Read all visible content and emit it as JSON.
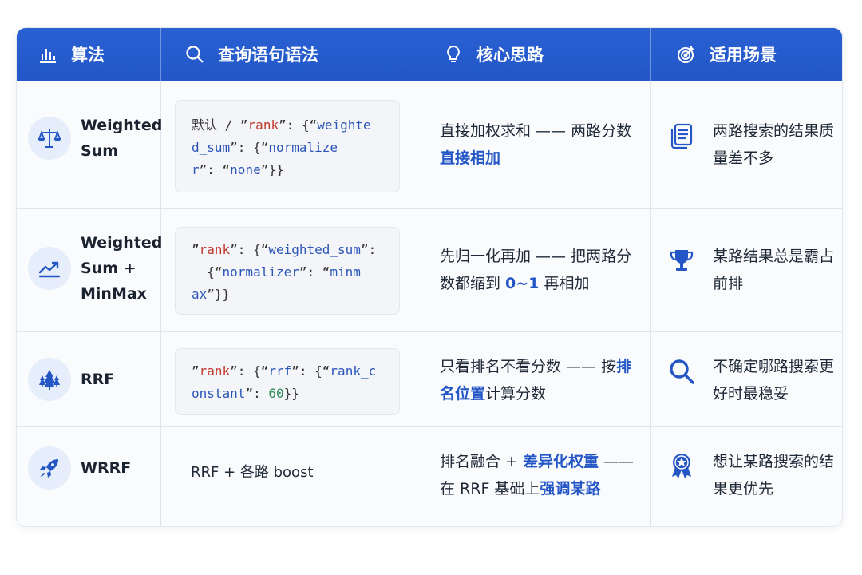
{
  "header": {
    "col_algorithm": "算法",
    "col_query": "查询语句语法",
    "col_core": "核心思路",
    "col_scene": "适用场景"
  },
  "colors": {
    "accent": "#2457c5",
    "header_bg": "#2960d2"
  },
  "rows": [
    {
      "icon": "scale-icon",
      "name_line1": "Weighted",
      "name_line2": "Sum",
      "query": {
        "p1": "默认 / ”",
        "key": "rank",
        "p2": "”: {“",
        "s1": "weighte\nd_sum",
        "p3": "”: {“",
        "s2": "normalize\nr",
        "p4": "”: “",
        "s3": "none",
        "p5": "”}}"
      },
      "core": {
        "t1": "直接加权求和 —— 两路分数",
        "hl1": "直接相加"
      },
      "scene_icon": "document-icon",
      "scene": "两路搜索的结果质量差不多"
    },
    {
      "icon": "trend-chart-icon",
      "name_line1": "Weighted",
      "name_line2": "Sum +",
      "name_line3": "MinMax",
      "query": {
        "p1": "”",
        "key": "rank",
        "p2": "”: {“",
        "s1": "weighted_sum",
        "p3": "”:\n  {“",
        "s2": "normalizer",
        "p4": "”: “",
        "s3": "minm\nax",
        "p5": "”}}"
      },
      "core": {
        "t1": "先归一化再加 —— 把两路分数都缩到 ",
        "hl1": "0~1",
        "t2": " 再相加"
      },
      "scene_icon": "trophy-icon",
      "scene": "某路结果总是霸占前排"
    },
    {
      "icon": "trees-icon",
      "name_line1": "RRF",
      "query": {
        "p1": "”",
        "key": "rank",
        "p2": "”: {“",
        "s1": "rrf",
        "p3": "”: {“",
        "s2": "rank_c\nonstant",
        "p4": "”: ",
        "num": "60",
        "p5": "}}"
      },
      "core": {
        "t1": "只看排名不看分数 —— 按",
        "hl1": "排名位置",
        "t2": "计算分数"
      },
      "scene_icon": "magnifier-icon",
      "scene": "不确定哪路搜索更好时最稳妥"
    },
    {
      "icon": "rocket-icon",
      "name_line1": "WRRF",
      "query_plain": "RRF + 各路 boost",
      "core": {
        "t1": "排名融合 + ",
        "hl1": "差异化权重",
        "t2": " —— 在 RRF 基础上",
        "hl2": "强调某路"
      },
      "scene_icon": "award-badge-icon",
      "scene": "想让某路搜索的结果更优先"
    }
  ]
}
